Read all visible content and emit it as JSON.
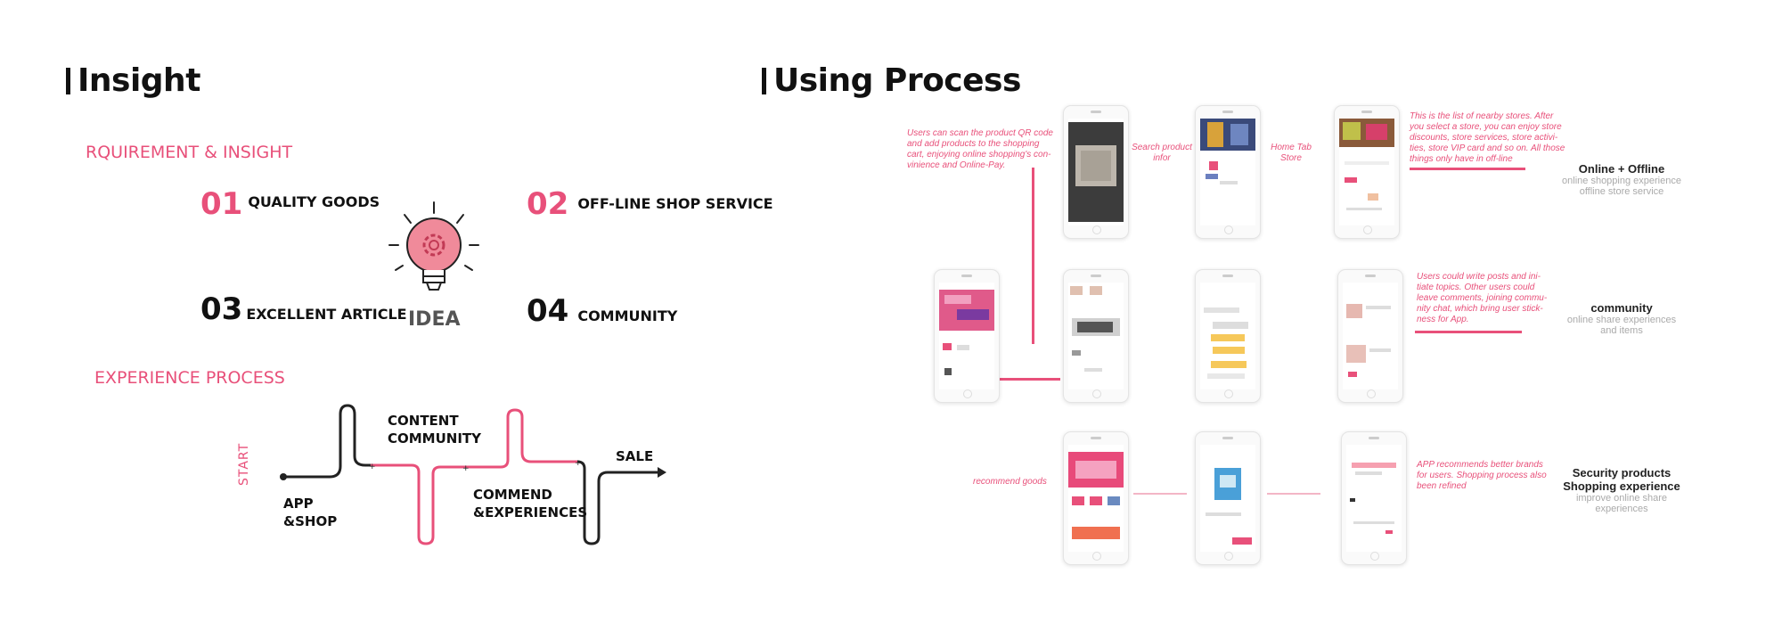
{
  "insight": {
    "heading": "Insight",
    "requirement_title": "RQUIREMENT & INSIGHT",
    "items": [
      {
        "num": "01",
        "label": "QUALITY GOODS"
      },
      {
        "num": "02",
        "label": "OFF-LINE SHOP SERVICE"
      },
      {
        "num": "03",
        "label": "EXCELLENT ARTICLE"
      },
      {
        "num": "04",
        "label": "COMMUNITY"
      }
    ],
    "idea_label": "IDEA",
    "experience_title": "EXPERIENCE PROCESS",
    "flow": {
      "start": "START",
      "app_shop_1": "APP",
      "app_shop_2": "&SHOP",
      "content_1": "CONTENT",
      "content_2": "COMMUNITY",
      "commend_1": "COMMEND",
      "commend_2": "&EXPERIENCES",
      "sale": "SALE"
    }
  },
  "process": {
    "heading": "Using Process",
    "notes": {
      "scan": "Users can scan the product QR code and add products to the shopping cart, enjoying online shopping's con- vinience and Online-Pay.",
      "search": "Search product infor",
      "home_tab": "Home Tab Store",
      "stores": "This is the list of nearby stores. After you select a store, you can enjoy store discounts, store services, store activi- ties, store VIP card and so on. All those things only have in off-line",
      "posts": "Users could write posts and ini- tiate topics. Other users could leave comments, joining commu- nity chat, which bring user stick- ness for App.",
      "recommend": "recommend goods",
      "brands": "APP recommends better brands for users. Shopping process also been refined"
    },
    "rows": [
      {
        "title": "Online + Offline",
        "sub1": "online shopping experience",
        "sub2": "offline store service"
      },
      {
        "title": "community",
        "sub1": "online share experiences",
        "sub2": "and items"
      },
      {
        "title": "Security products",
        "title2": "Shopping experience",
        "sub1": "improve online share",
        "sub2": "experiences"
      }
    ]
  },
  "colors": {
    "accent": "#e8507a",
    "text": "#111111",
    "muted": "#aaaaaa"
  }
}
